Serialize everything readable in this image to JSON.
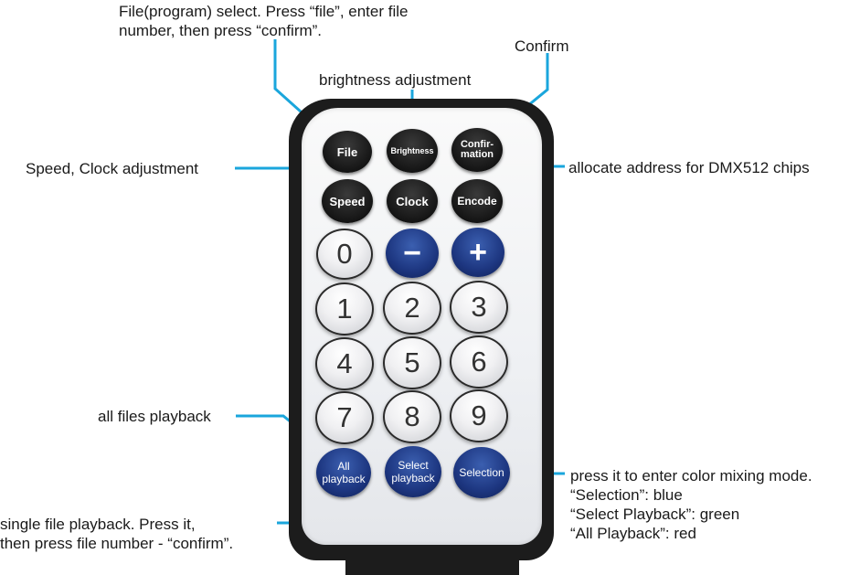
{
  "annotations": {
    "file_select": "File(program) select. Press “file”, enter file\nnumber, then press “confirm”.",
    "confirm": "Confirm",
    "brightness": "brightness adjustment",
    "speed_clock": "Speed, Clock adjustment",
    "encode_dmx": "allocate address for DMX512 chips",
    "all_files": "all files playback",
    "single_file": "single file playback. Press it,\nthen press file number - “confirm”.",
    "color_mixing": "press it to enter color mixing mode.\n“Selection”: blue\n“Select Playback”: green\n“All Playback”: red"
  },
  "buttons": {
    "file": "File",
    "brightness": "Brightness",
    "confirmation": "Confir-\nmation",
    "speed": "Speed",
    "clock": "Clock",
    "encode": "Encode",
    "n0": "0",
    "minus": "−",
    "plus": "+",
    "n1": "1",
    "n2": "2",
    "n3": "3",
    "n4": "4",
    "n5": "5",
    "n6": "6",
    "n7": "7",
    "n8": "8",
    "n9": "9",
    "all_playback": "All\nplayback",
    "select_playback": "Select\nplayback",
    "selection": "Selection"
  },
  "colors": {
    "leader_line": "#1aa6dc",
    "button_blue": "#1d3680",
    "button_black": "#151515"
  }
}
